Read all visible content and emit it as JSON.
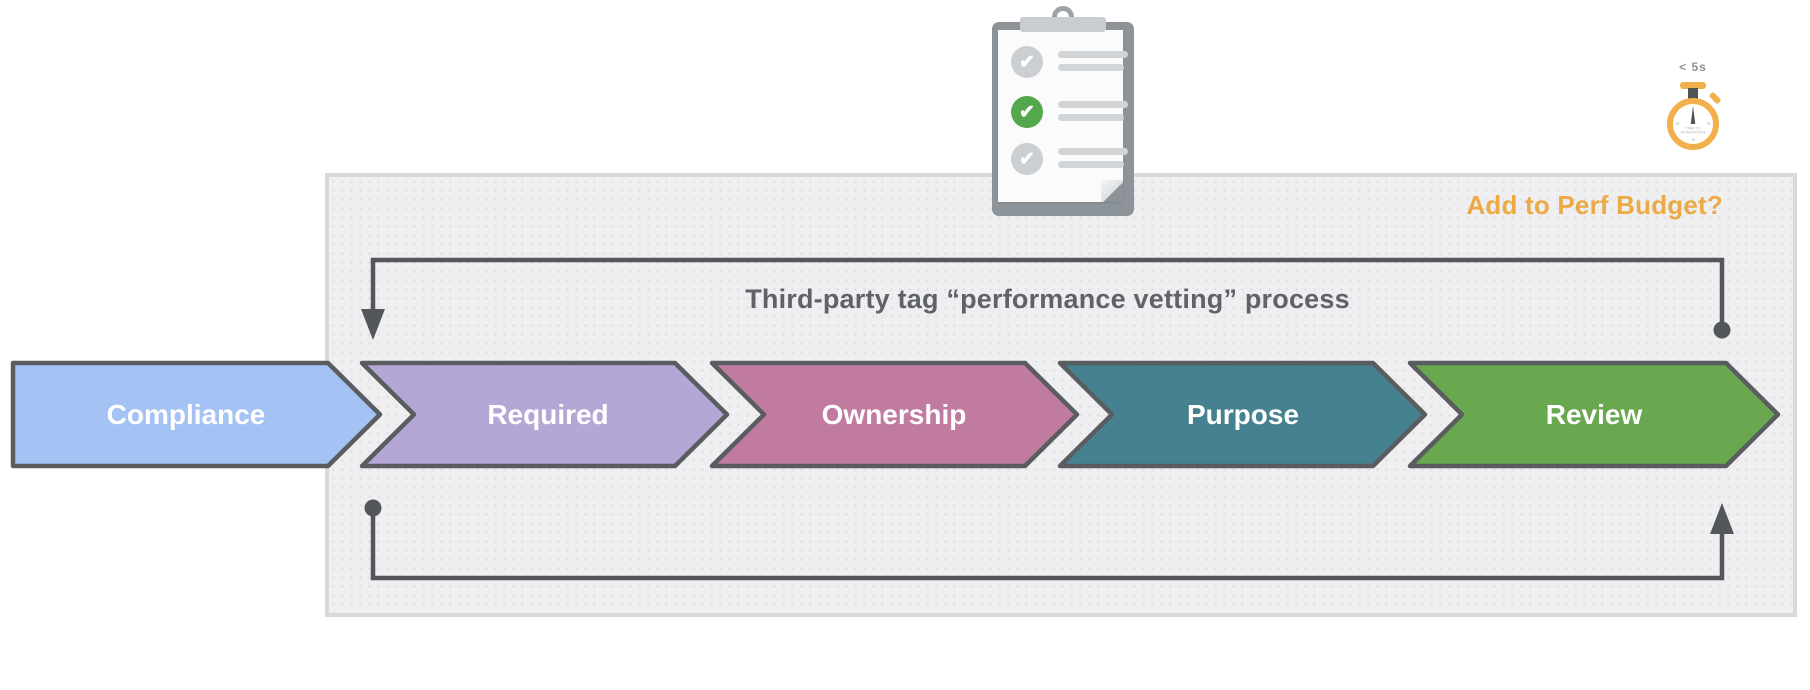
{
  "title": "Third-party tag “performance vetting” process",
  "perf_budget": {
    "label": "Add to Perf Budget?"
  },
  "stopwatch": {
    "time_label": "< 5s",
    "dial_text_line1": "TIME TO",
    "dial_text_line2": "INTERACTIVE"
  },
  "icons": {
    "check": "✔"
  },
  "clipboard": {
    "items": [
      {
        "state": "checked-muted"
      },
      {
        "state": "checked-active"
      },
      {
        "state": "checked-muted"
      }
    ]
  },
  "process": {
    "steps": [
      {
        "label": "Compliance",
        "color": "#A4C2F4"
      },
      {
        "label": "Required",
        "color": "#B4A7D6"
      },
      {
        "label": "Ownership",
        "color": "#C27BA0"
      },
      {
        "label": "Purpose",
        "color": "#45818E"
      },
      {
        "label": "Review",
        "color": "#6AA84F"
      }
    ],
    "outline_color": "#5A5D60",
    "connectors": {
      "top": {
        "start": "Review",
        "end": "Required"
      },
      "bottom": {
        "start": "Required",
        "end": "Review"
      }
    }
  },
  "colors": {
    "accent_orange": "#EDA944",
    "stopwatch_orange": "#F2B04D",
    "title_gray": "#5F6368",
    "connector_gray": "#545759",
    "panel_bg": "#EFEFF1",
    "check_green": "#55A74B"
  }
}
